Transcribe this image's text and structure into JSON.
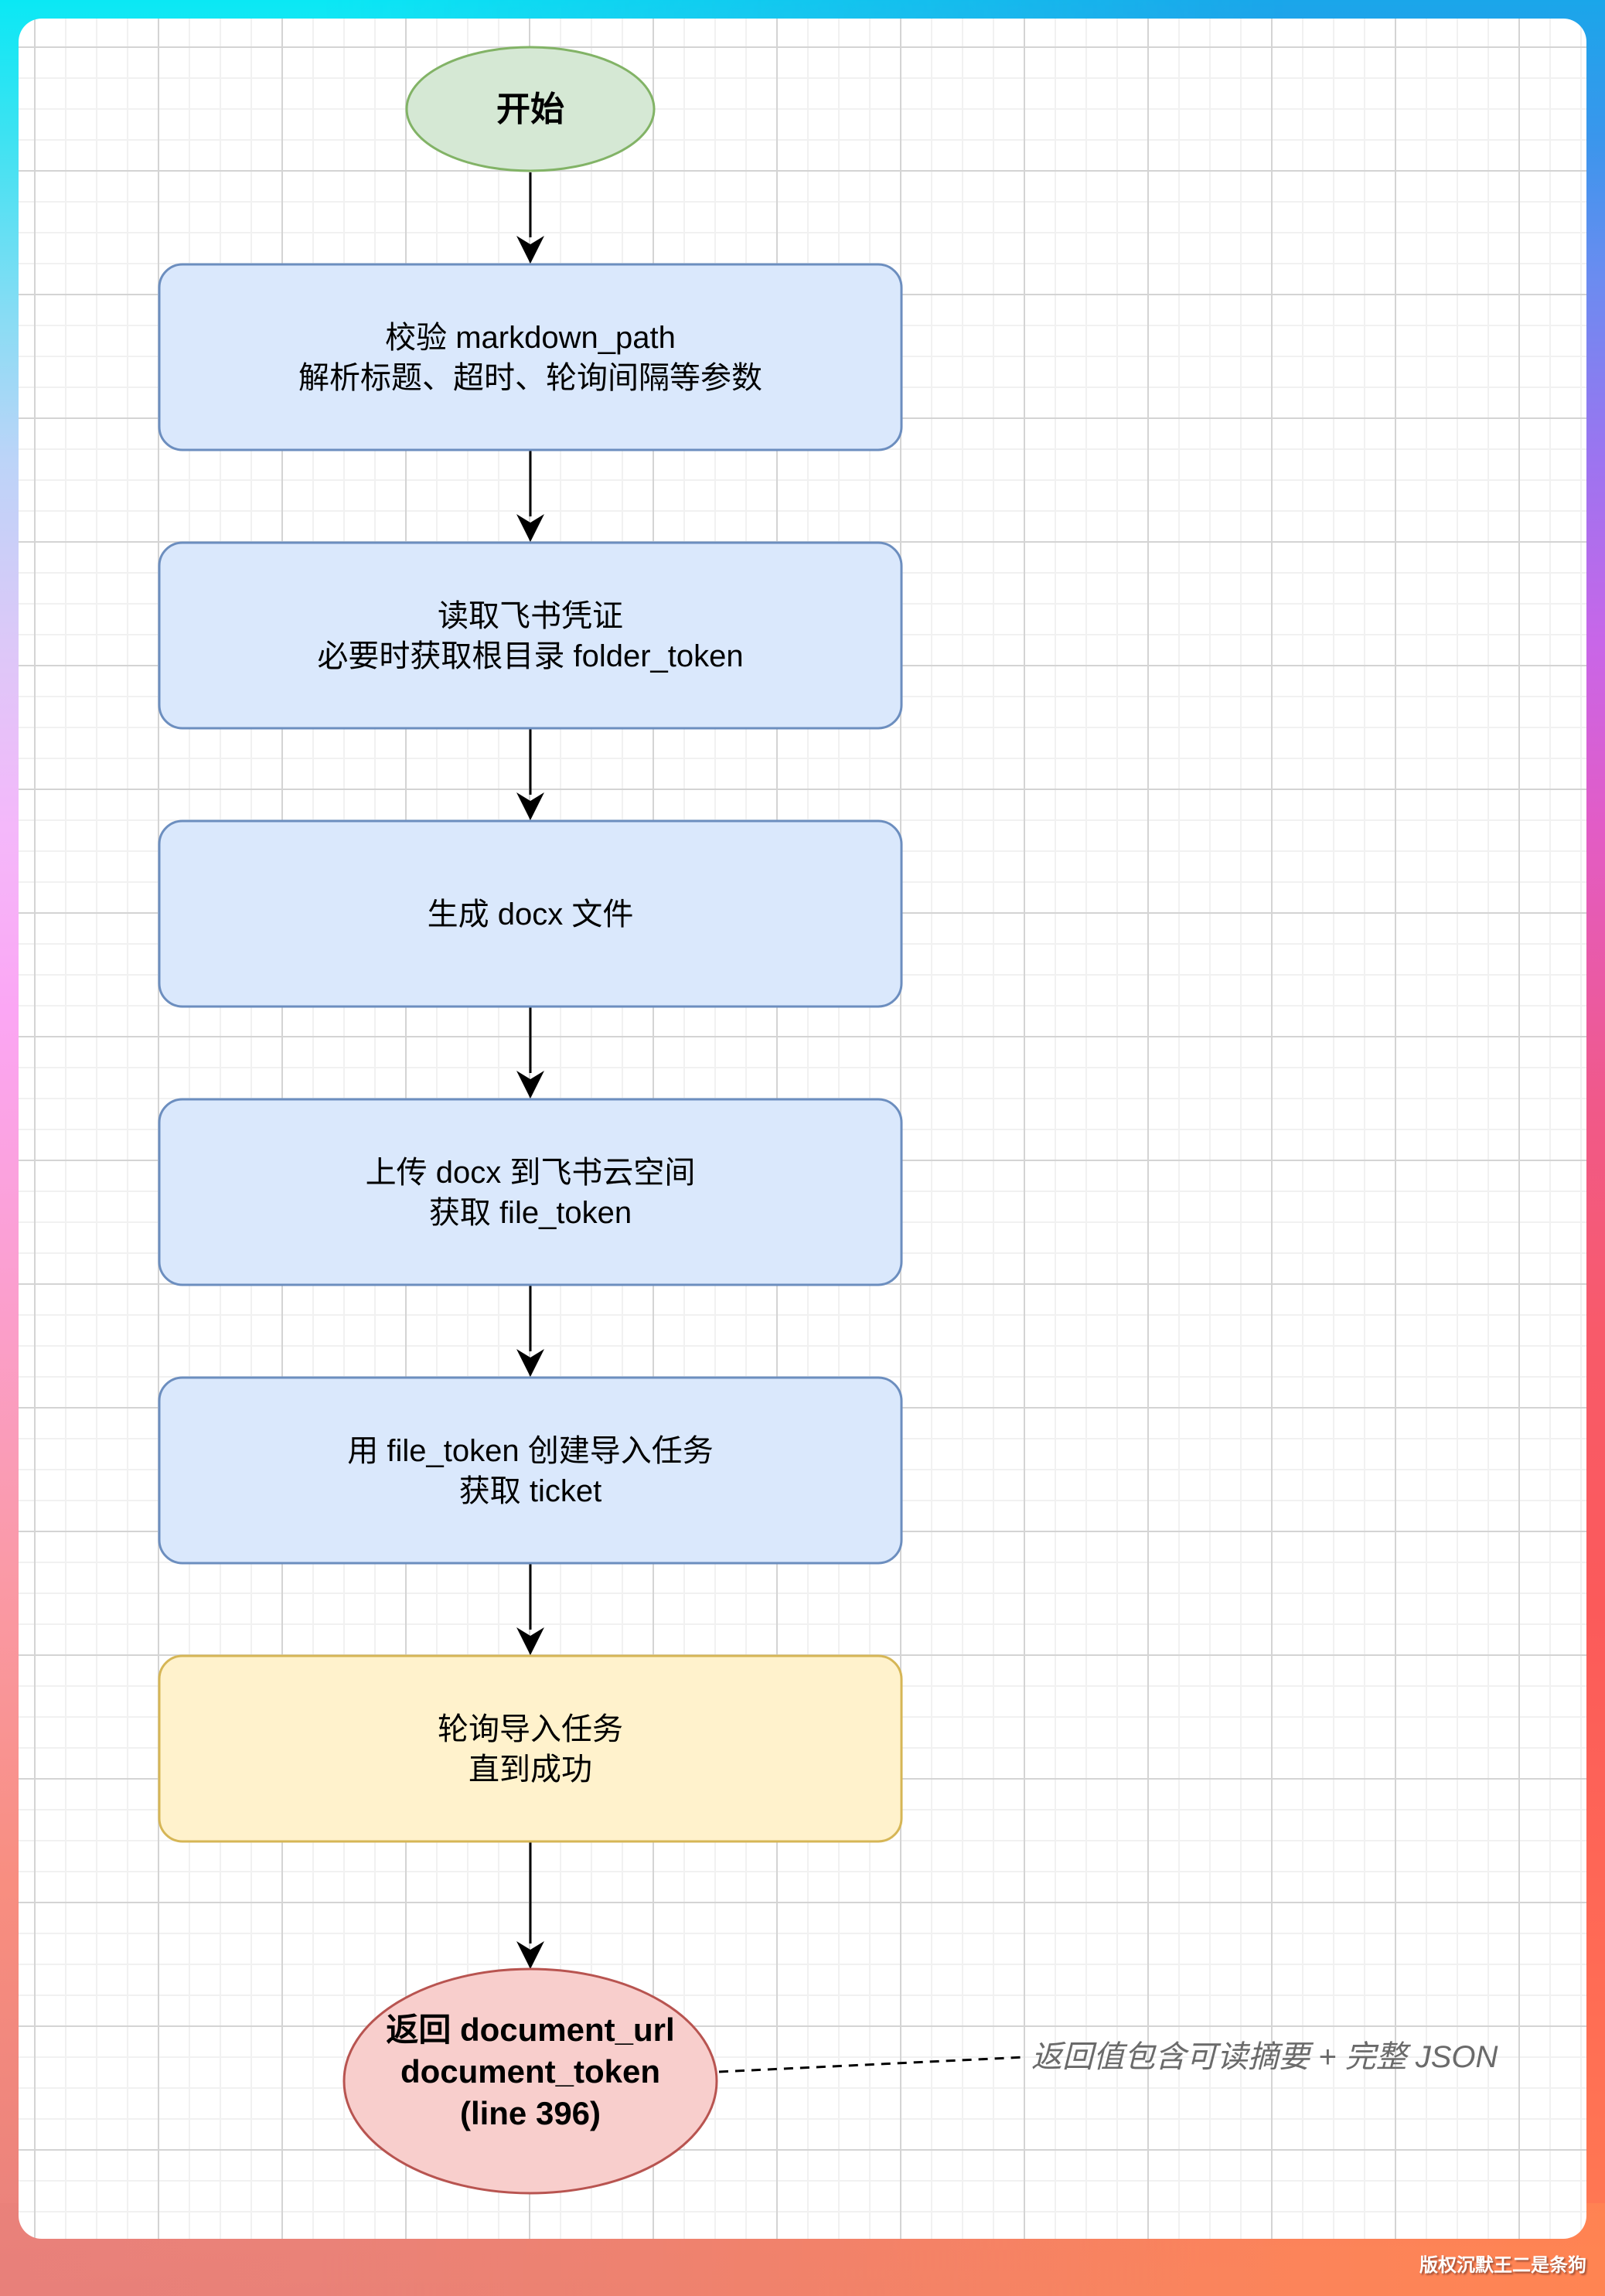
{
  "diagram": {
    "type": "flowchart",
    "colors": {
      "start_fill": "#d5e8d4",
      "start_stroke": "#82b366",
      "process_fill": "#dae8fc",
      "process_stroke": "#6c8ebf",
      "poll_fill": "#fff2cc",
      "poll_stroke": "#d6b656",
      "end_fill": "#f8cecc",
      "end_stroke": "#b85450",
      "edge": "#000000",
      "note_text": "#6a6a6a"
    },
    "nodes": [
      {
        "id": "start",
        "shape": "ellipse",
        "style": "start",
        "lines": [
          "开始"
        ]
      },
      {
        "id": "validate",
        "shape": "rounded-rect",
        "style": "process",
        "lines": [
          "校验 markdown_path",
          "解析标题、超时、轮询间隔等参数"
        ]
      },
      {
        "id": "credentials",
        "shape": "rounded-rect",
        "style": "process",
        "lines": [
          "读取飞书凭证",
          "必要时获取根目录 folder_token"
        ]
      },
      {
        "id": "generate",
        "shape": "rounded-rect",
        "style": "process",
        "lines": [
          "生成 docx 文件"
        ]
      },
      {
        "id": "upload",
        "shape": "rounded-rect",
        "style": "process",
        "lines": [
          "上传 docx 到飞书云空间",
          "获取 file_token"
        ]
      },
      {
        "id": "import",
        "shape": "rounded-rect",
        "style": "process",
        "lines": [
          "用 file_token 创建导入任务",
          "获取 ticket"
        ]
      },
      {
        "id": "poll",
        "shape": "rounded-rect",
        "style": "poll",
        "lines": [
          "轮询导入任务",
          "直到成功"
        ]
      },
      {
        "id": "end",
        "shape": "ellipse",
        "style": "end",
        "lines": [
          "返回 document_url",
          "document_token",
          "(line 396)"
        ]
      }
    ],
    "edges": [
      {
        "from": "start",
        "to": "validate"
      },
      {
        "from": "validate",
        "to": "credentials"
      },
      {
        "from": "credentials",
        "to": "generate"
      },
      {
        "from": "generate",
        "to": "upload"
      },
      {
        "from": "upload",
        "to": "import"
      },
      {
        "from": "import",
        "to": "poll"
      },
      {
        "from": "poll",
        "to": "end"
      }
    ],
    "note": {
      "attached_to": "end",
      "text": "返回值包含可读摘要 + 完整 JSON",
      "line_style": "dashed"
    }
  },
  "watermark": "版权沉默王二是条狗"
}
